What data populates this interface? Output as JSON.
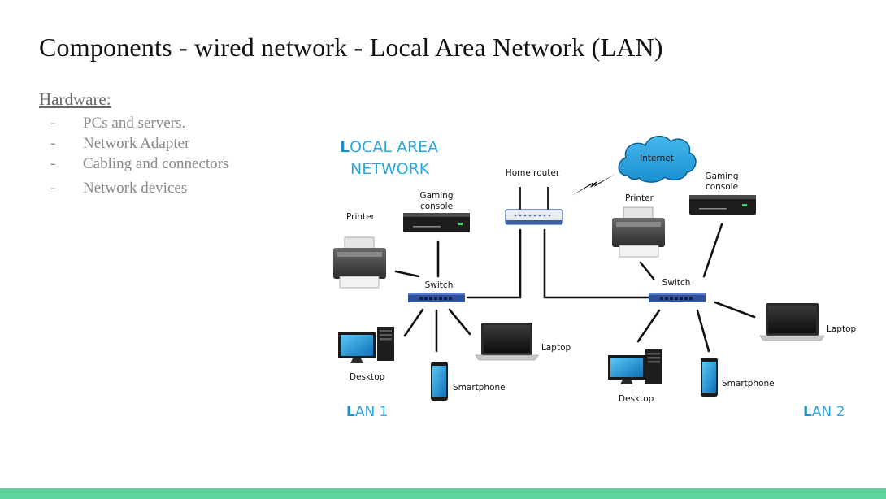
{
  "slide": {
    "title": "Components - wired network - Local Area Network (LAN)",
    "hardware_heading": "Hardware:",
    "bullets": [
      {
        "dash": "-",
        "text": "PCs and servers."
      },
      {
        "dash": "-",
        "text": "Network Adapter"
      },
      {
        "dash": "-",
        "text": "Cabling and connectors"
      },
      {
        "dash": "-",
        "text": "Network devices"
      }
    ]
  },
  "diagram": {
    "heading_line1_first": "L",
    "heading_line1_rest": "OCAL AREA",
    "heading_line2": "NETWORK",
    "internet": "Internet",
    "home_router": "Home router",
    "lan1": {
      "label_first": "L",
      "label_rest": "AN 1",
      "switch": "Switch",
      "printer": "Printer",
      "gaming_line1": "Gaming",
      "gaming_line2": "console",
      "desktop": "Desktop",
      "smartphone": "Smartphone",
      "laptop": "Laptop"
    },
    "lan2": {
      "label_first": "L",
      "label_rest": "AN 2",
      "switch": "Switch",
      "printer": "Printer",
      "gaming_line1": "Gaming",
      "gaming_line2": "console",
      "desktop": "Desktop",
      "smartphone": "Smartphone",
      "laptop": "Laptop"
    }
  },
  "colors": {
    "accent_blue": "#29a8e0",
    "accent_blue_dark": "#1b8fc9",
    "footer_green": "#5ed39b",
    "switch_blue": "#2e4f9b"
  }
}
